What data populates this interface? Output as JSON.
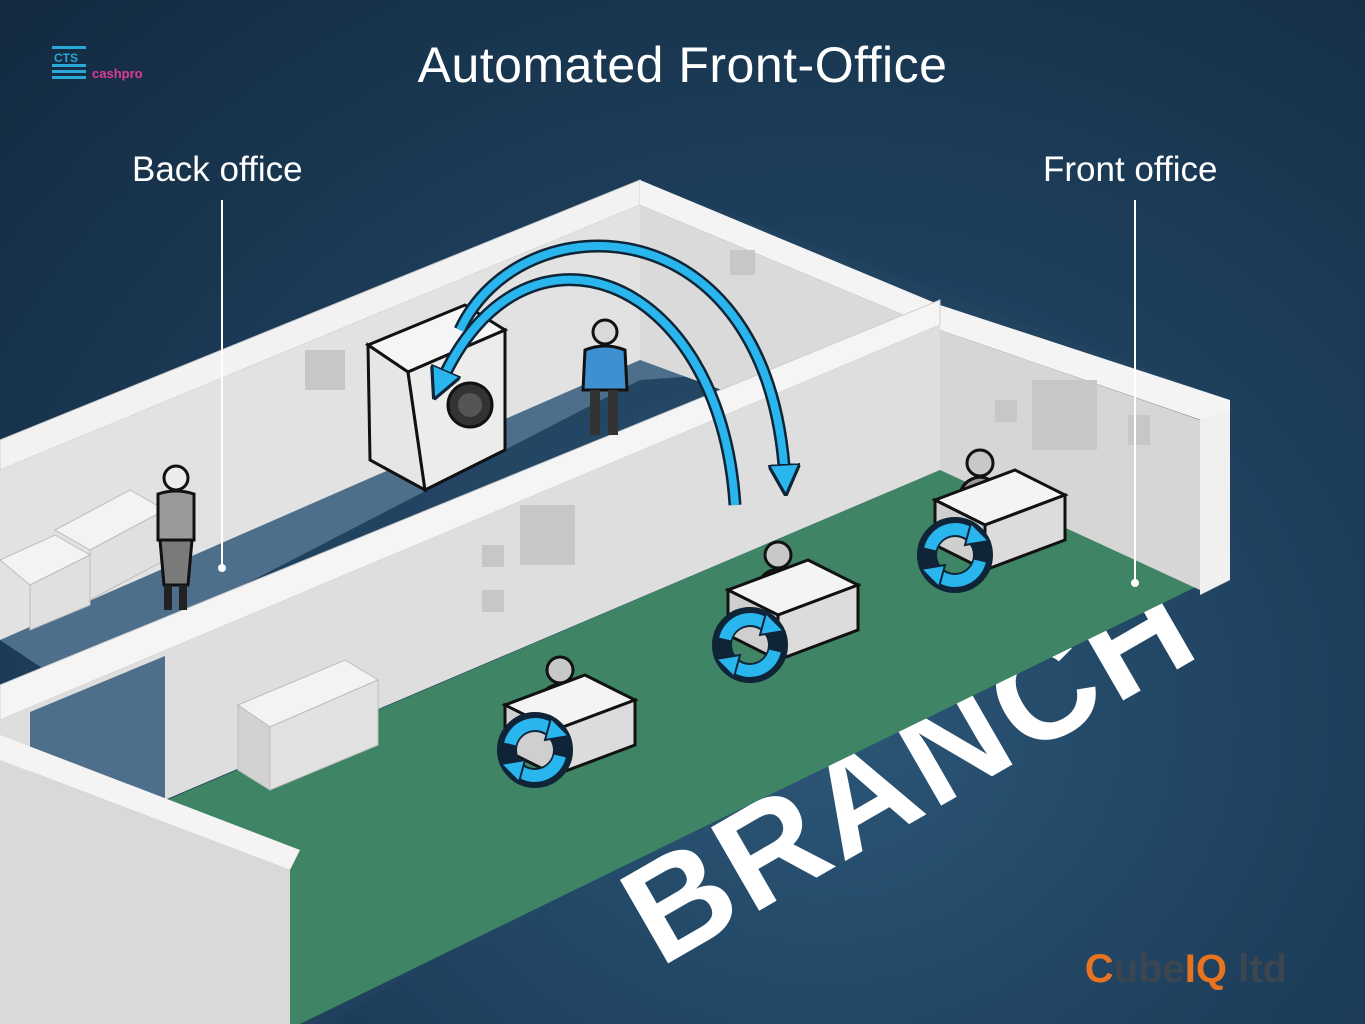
{
  "header": {
    "title": "Automated Front-Office",
    "logo": {
      "mark": "CTS",
      "name": "cashpro"
    }
  },
  "labels": {
    "back_office": "Back office",
    "front_office": "Front office"
  },
  "floor_text": "BRANCH",
  "footer": {
    "brand_parts": [
      {
        "text": "C",
        "color": "#e8731e"
      },
      {
        "text": "ube",
        "color": "#3c4650"
      },
      {
        "text": "IQ",
        "color": "#e8731e"
      },
      {
        "text": " ltd",
        "color": "#3c4650"
      }
    ]
  },
  "colors": {
    "background": "#1e405d",
    "wall": "#e4e4e4",
    "back_floor": "#4d6f8b",
    "front_floor": "#3f8464",
    "arrow": "#29b5ee",
    "accent": "#e8731e"
  }
}
